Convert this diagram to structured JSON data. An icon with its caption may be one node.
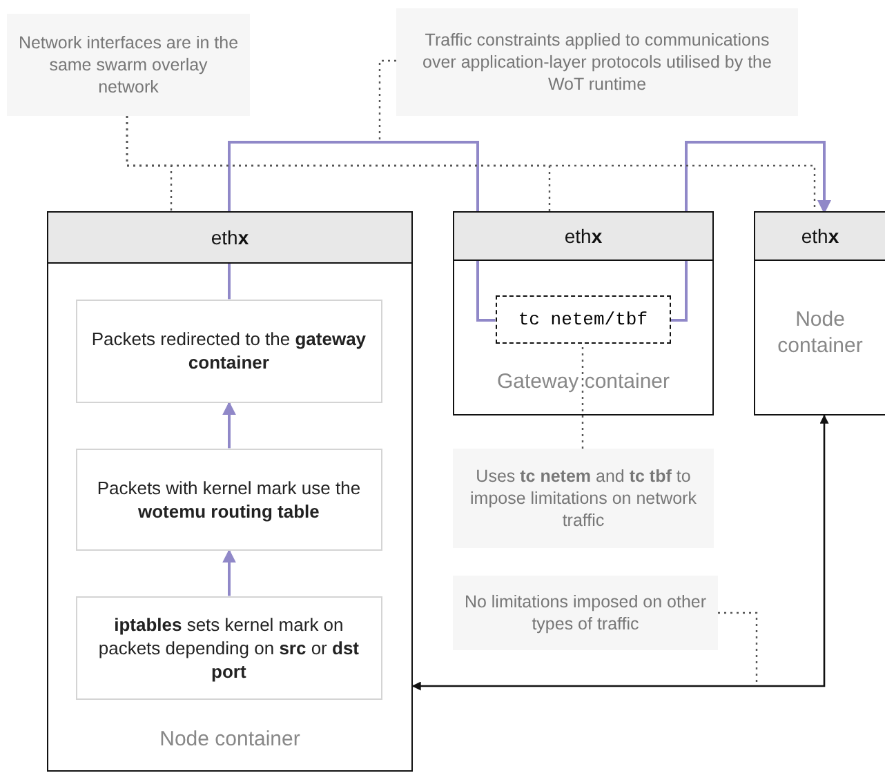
{
  "diagram": {
    "nodes": [
      {
        "text": [
          "Network interfaces are in the same swarm overlay network"
        ]
      },
      {
        "text": [
          "Traffic constraints applied to communications over application-layer protocols utilised by the WoT runtime"
        ]
      },
      {
        "text": [
          "Node container"
        ]
      },
      {
        "text": [
          "eth**x**"
        ],
        "in": 2
      },
      {
        "text": [
          "Packets redirected to the **gateway container**"
        ],
        "in": 2
      },
      {
        "text": [
          "Packets with kernel mark use the **wotemu routing table**"
        ],
        "in": 2
      },
      {
        "text": [
          "**iptables** sets kernel mark on packets depending on **src** or **dst port**"
        ],
        "in": 2
      },
      {
        "text": [
          "Gateway container"
        ]
      },
      {
        "text": [
          "eth**x**"
        ],
        "in": 7
      },
      {
        "text": [
          "tc netem/tbf"
        ],
        "in": 7
      },
      {
        "text": [
          "Node container"
        ]
      },
      {
        "text": [
          "eth**x**"
        ],
        "in": 10
      },
      {
        "text": [
          "Uses **tc netem** and **tc tbf** to impose limitations on network traffic"
        ]
      },
      {
        "text": [
          "No limitations imposed on other types of traffic"
        ]
      }
    ],
    "edges": [
      {
        "from": 6,
        "to": 5,
        "arrow": "to",
        "color": "#9088c8"
      },
      {
        "from": 5,
        "to": 4,
        "arrow": "to",
        "color": "#9088c8"
      },
      {
        "from": 4,
        "to": 3,
        "arrow": "none",
        "color": "#9088c8"
      },
      {
        "from": 3,
        "to": 8,
        "arrow": "none",
        "color": "#9088c8"
      },
      {
        "from": 8,
        "to": 9,
        "arrow": "none",
        "color": "#9088c8"
      },
      {
        "from": 9,
        "to": 8,
        "arrow": "none",
        "color": "#9088c8"
      },
      {
        "from": 8,
        "to": 11,
        "arrow": "to",
        "color": "#9088c8"
      },
      {
        "from": 2,
        "to": 10,
        "arrow": "both",
        "color": "#111111"
      },
      {
        "from": 0,
        "to": 3,
        "arrow": "none",
        "style": "dashed",
        "color": "#555555"
      },
      {
        "from": 0,
        "to": 8,
        "arrow": "none",
        "style": "dashed",
        "color": "#555555"
      },
      {
        "from": 0,
        "to": 11,
        "arrow": "none",
        "style": "dashed",
        "color": "#555555"
      },
      {
        "from": 1,
        "to": null,
        "arrow": "none",
        "style": "dashed",
        "color": "#555555"
      },
      {
        "from": 12,
        "to": 9,
        "arrow": "none",
        "style": "dashed",
        "color": "#555555"
      },
      {
        "from": 13,
        "to": null,
        "arrow": "none",
        "style": "dashed",
        "color": "#555555"
      }
    ]
  }
}
